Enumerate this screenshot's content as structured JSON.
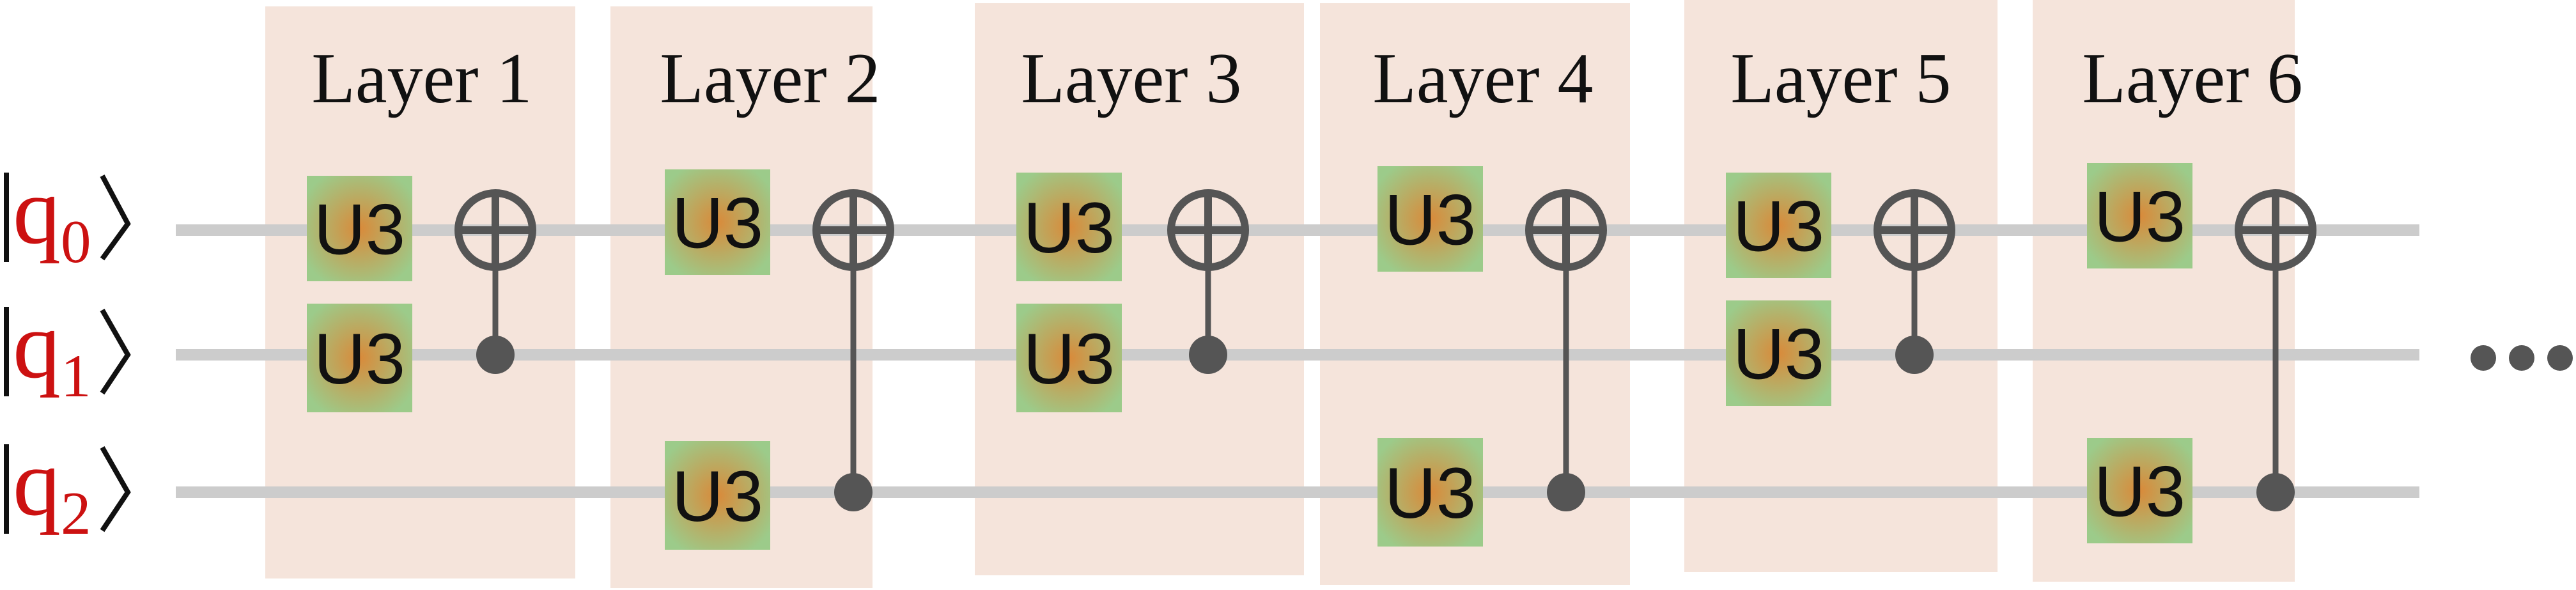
{
  "colors": {
    "layer_bg": "#f5e4db",
    "wire": "#cccccc",
    "gate_center": "#d98a3a",
    "gate_edge": "#9ccb8a",
    "control": "#555555",
    "qubit_label": "#cc1111"
  },
  "qubits": [
    {
      "letter": "q",
      "sub": "0"
    },
    {
      "letter": "q",
      "sub": "1"
    },
    {
      "letter": "q",
      "sub": "2"
    }
  ],
  "layers": [
    {
      "label": "Layer 1",
      "u3": [
        0,
        1
      ],
      "cnot": {
        "target": 0,
        "control": 1
      }
    },
    {
      "label": "Layer 2",
      "u3": [
        0,
        2
      ],
      "cnot": {
        "target": 0,
        "control": 2
      }
    },
    {
      "label": "Layer 3",
      "u3": [
        0,
        1
      ],
      "cnot": {
        "target": 0,
        "control": 1
      }
    },
    {
      "label": "Layer 4",
      "u3": [
        0,
        2
      ],
      "cnot": {
        "target": 0,
        "control": 2
      }
    },
    {
      "label": "Layer 5",
      "u3": [
        0,
        1
      ],
      "cnot": {
        "target": 0,
        "control": 1
      }
    },
    {
      "label": "Layer 6",
      "u3": [
        0,
        2
      ],
      "cnot": {
        "target": 0,
        "control": 2
      }
    }
  ],
  "gate_label": "U3",
  "continuation_icon": "ellipsis-icon"
}
